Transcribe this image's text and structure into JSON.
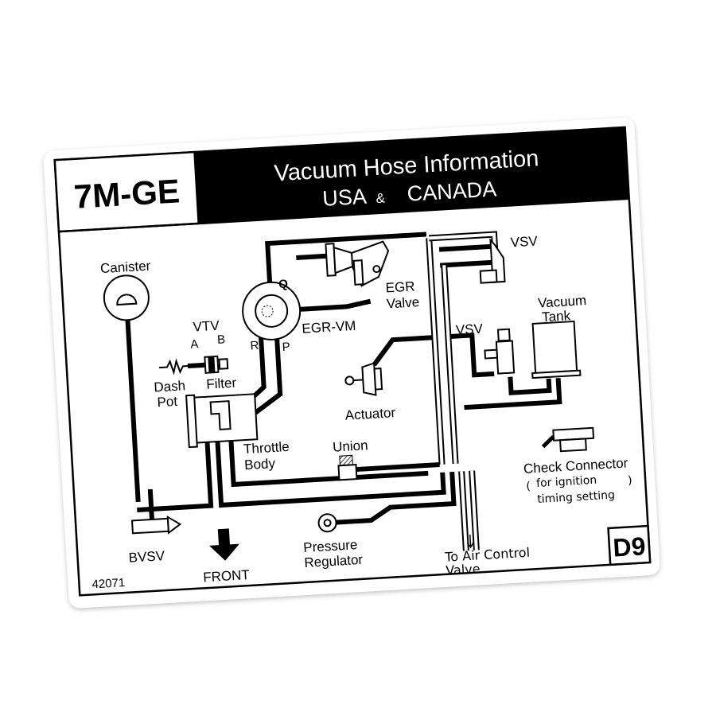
{
  "header": {
    "engine_code": "7M-GE",
    "title_line1": "Vacuum Hose Information",
    "title_usa": "USA",
    "title_amp": "&",
    "title_canada": "CANADA"
  },
  "components": {
    "canister": "Canister",
    "vtv": "VTV",
    "port_a": "A",
    "port_b": "B",
    "dash": "Dash",
    "pot": "Pot",
    "filter": "Filter",
    "port_q": "Q",
    "port_r": "R",
    "port_p": "P",
    "egr_vm": "EGR-VM",
    "egr": "EGR",
    "valve": "Valve",
    "vsv_top": "VSV",
    "vsv_mid": "VSV",
    "vacuum": "Vacuum",
    "tank": "Tank",
    "actuator": "Actuator",
    "throttle": "Throttle",
    "body": "Body",
    "union": "Union",
    "check_connector": "Check Connector",
    "for_ignition": "for ignition",
    "timing_setting": "timing setting",
    "bvsv": "BVSV",
    "front": "FRONT",
    "pressure": "Pressure",
    "regulator": "Regulator",
    "to_air_control": "To Air Control",
    "air_valve": "Valve"
  },
  "footer": {
    "part_number": "42071",
    "code": "D9"
  }
}
